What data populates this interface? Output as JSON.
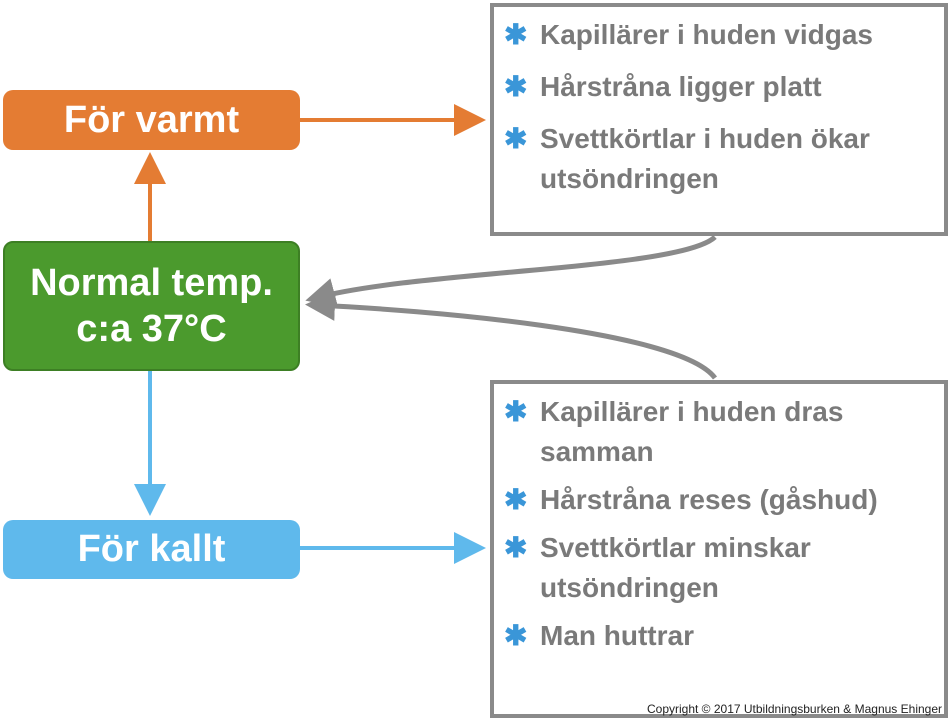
{
  "nodes": {
    "warm": "För varmt",
    "normal_line1": "Normal temp.",
    "normal_line2": "c:a 37°C",
    "cold": "För kallt"
  },
  "warm_responses": [
    "Kapillärer i huden vidgas",
    "Hårstråna ligger platt",
    "Svettkörtlar i huden ökar utsöndringen"
  ],
  "cold_responses": [
    "Kapillärer i huden dras samman",
    "Hårstråna reses (gåshud)",
    "Svettkörtlar minskar utsöndringen",
    "Man huttrar"
  ],
  "bullet": "✱",
  "copyright": "Copyright © 2017 Utbildningsburken & Magnus Ehinger",
  "colors": {
    "warm": "#e47c33",
    "normal": "#4b9a2d",
    "cold": "#5fb9ec",
    "gray": "#8a8a8a",
    "bullet": "#3a96d8"
  }
}
